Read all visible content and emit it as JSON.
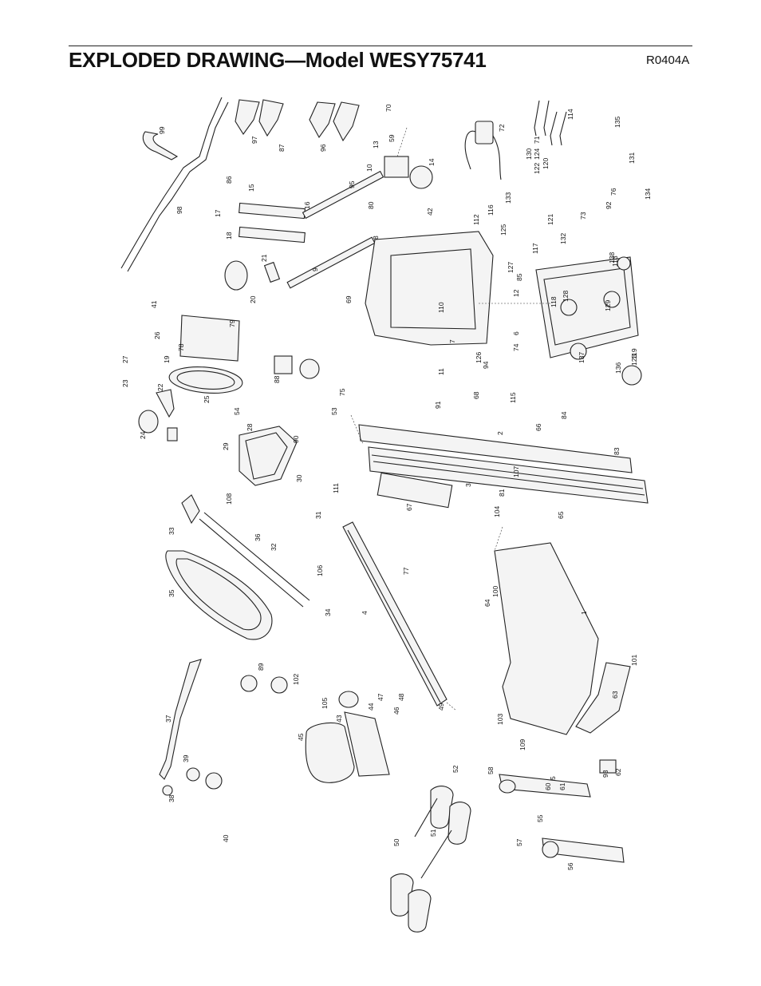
{
  "header": {
    "title": "EXPLODED DRAWING—Model WESY75741",
    "reference_code": "R0404A"
  },
  "part_numbers": [
    "1",
    "2",
    "3",
    "4",
    "5",
    "6",
    "7",
    "8",
    "9",
    "10",
    "11",
    "12",
    "13",
    "14",
    "15",
    "16",
    "17",
    "18",
    "19",
    "20",
    "21",
    "22",
    "23",
    "24",
    "25",
    "26",
    "27",
    "28",
    "29",
    "30",
    "31",
    "32",
    "33",
    "34",
    "35",
    "36",
    "37",
    "38",
    "39",
    "40",
    "41",
    "42",
    "43",
    "44",
    "45",
    "46",
    "47",
    "48",
    "49",
    "50",
    "51",
    "52",
    "53",
    "54",
    "55",
    "56",
    "57",
    "58",
    "59",
    "60",
    "61",
    "62",
    "63",
    "64",
    "65",
    "66",
    "67",
    "68",
    "69",
    "70",
    "71",
    "72",
    "73",
    "74",
    "75",
    "76",
    "77",
    "78",
    "79",
    "80",
    "81",
    "83",
    "84",
    "85",
    "86",
    "87",
    "88",
    "89",
    "90",
    "91",
    "92",
    "93",
    "94",
    "95",
    "96",
    "97",
    "98",
    "99",
    "100",
    "101",
    "102",
    "103",
    "104",
    "105",
    "106",
    "107",
    "108",
    "109",
    "110",
    "111",
    "112",
    "113",
    "114",
    "115",
    "116",
    "117",
    "118",
    "119",
    "120",
    "121",
    "122",
    "123",
    "124",
    "125",
    "126",
    "127",
    "128",
    "129",
    "130",
    "131",
    "132",
    "133",
    "134",
    "135",
    "136",
    "137",
    "138"
  ]
}
